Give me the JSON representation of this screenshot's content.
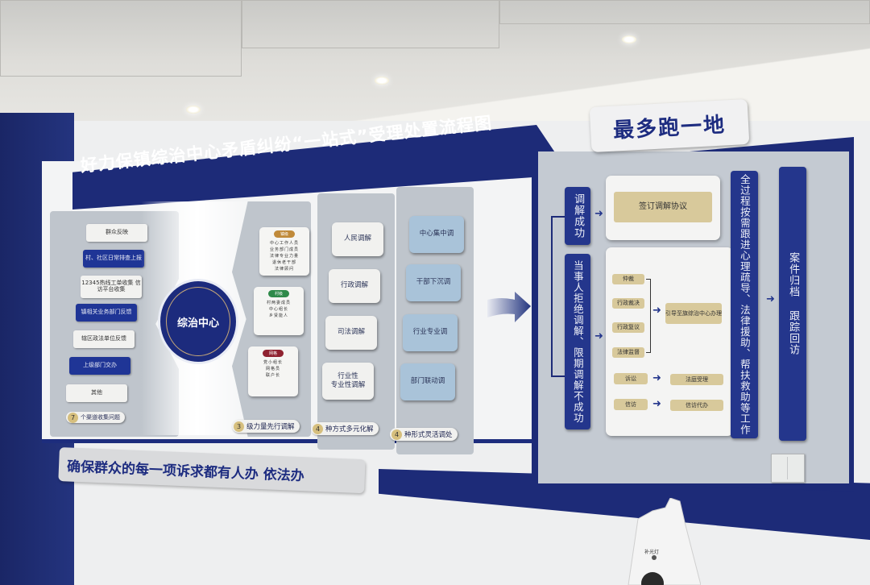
{
  "board": {
    "title": "好力保镇综治中心矛盾纠纷“一站式”受理处置流程图",
    "slogan": "确保群众的每一项诉求都有人办  依法办",
    "hub_label": "综治中心"
  },
  "sources": {
    "items": [
      {
        "label": "群众反映",
        "style": "light"
      },
      {
        "label": "村、社区日常排查上报",
        "style": "dark"
      },
      {
        "label": "12345热线工单收集 信访平台收集",
        "style": "light"
      },
      {
        "label": "镇相关业务部门反馈",
        "style": "dark"
      },
      {
        "label": "辖区政法单位反馈",
        "style": "light"
      },
      {
        "label": "上级部门交办",
        "style": "dark"
      },
      {
        "label": "其他",
        "style": "light"
      }
    ],
    "footer_num": "7",
    "footer_label": "个渠道收集问题"
  },
  "forces": {
    "cards": [
      {
        "tag": "镇级",
        "tag_color": "#c08a3a",
        "lines": [
          "中心工作人员",
          "业务部门成员",
          "法律专业力量",
          "退休老干部",
          "法律顾问"
        ]
      },
      {
        "tag": "村级",
        "tag_color": "#2f8a4a",
        "lines": [
          "村两委成员",
          "中心组长",
          "乡贤能人"
        ]
      },
      {
        "tag": "网格",
        "tag_color": "#8f2230",
        "lines": [
          "党小组长",
          "网格员",
          "联户长"
        ]
      }
    ],
    "footer_num": "3",
    "footer_label": "级力量先行调解"
  },
  "methods": {
    "items": [
      "人民调解",
      "行政调解",
      "司法调解",
      "行业性\n专业性调解"
    ],
    "footer_num": "4",
    "footer_label": "种方式多元化解"
  },
  "forms": {
    "items": [
      "中心集中调",
      "干部下沉调",
      "行业专业调",
      "部门联动调"
    ],
    "footer_num": "4",
    "footer_label": "种形式灵活调处"
  },
  "right": {
    "title": "最多跑一地",
    "success_label": "调解成功",
    "success_action": "签订调解协议",
    "fail_label": "当事人拒绝调解、限期调解不成功",
    "group_items": [
      "仲裁",
      "行政裁决",
      "行政复议",
      "法律监督"
    ],
    "group_target": "引导至旗综治中心办理",
    "litigation": "诉讼",
    "litigation_target": "法庭受理",
    "petition": "信访",
    "petition_target": "信访代办",
    "followup_label": "全过程按需跟进心理疏导、法律援助、帮扶救助等工作",
    "archive_label": "案件归档  跟踪回访",
    "arrow_glyph": "➜"
  },
  "device": {
    "label": "补光灯"
  },
  "colors": {
    "navy": "#1d2b78",
    "gold": "#d8c99b",
    "light_blue_card": "#a9c3d9"
  }
}
